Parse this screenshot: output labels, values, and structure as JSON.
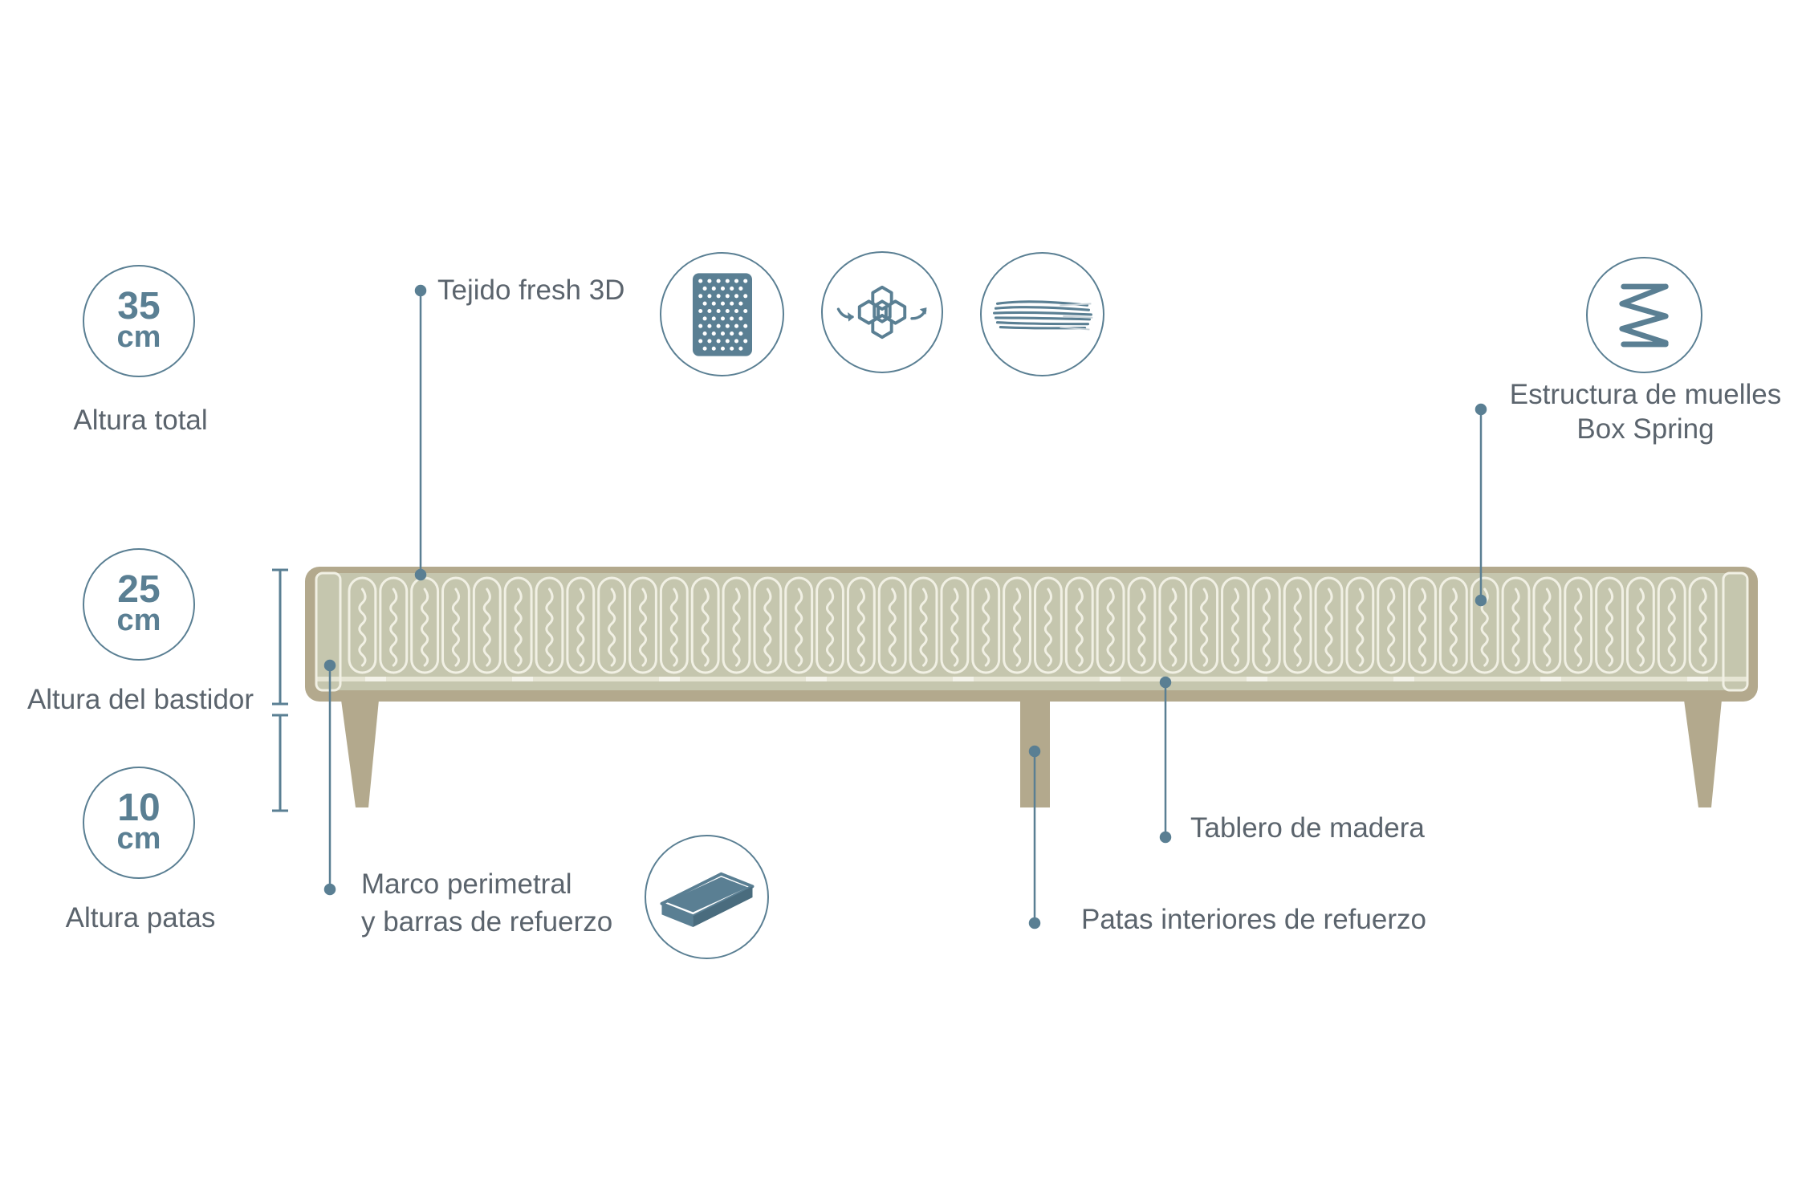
{
  "dimensions": {
    "total": {
      "value": "35",
      "unit": "cm",
      "label": "Altura total"
    },
    "frame": {
      "value": "25",
      "unit": "cm",
      "label": "Altura del bastidor"
    },
    "legs": {
      "value": "10",
      "unit": "cm",
      "label": "Altura patas"
    }
  },
  "callouts": {
    "fabric": "Tejido fresh 3D",
    "springs_line1": "Estructura de muelles",
    "springs_line2": "Box Spring",
    "frame_line1": "Marco perimetral",
    "frame_line2": "y barras de refuerzo",
    "board": "Tablero de madera",
    "inner_legs": "Patas interiores de refuerzo"
  },
  "icons": [
    "fabric-dots-icon",
    "breathable-hexagon-icon",
    "fresh-flow-lines-icon",
    "spring-coil-icon",
    "wood-board-icon"
  ],
  "colors": {
    "accent": "#5a7f93",
    "text": "#5b646d",
    "base_outer": "#b3a98d",
    "base_inner": "#c5c6ae",
    "spring_stroke": "#f1f0e4",
    "board": "#dcdcc8"
  }
}
